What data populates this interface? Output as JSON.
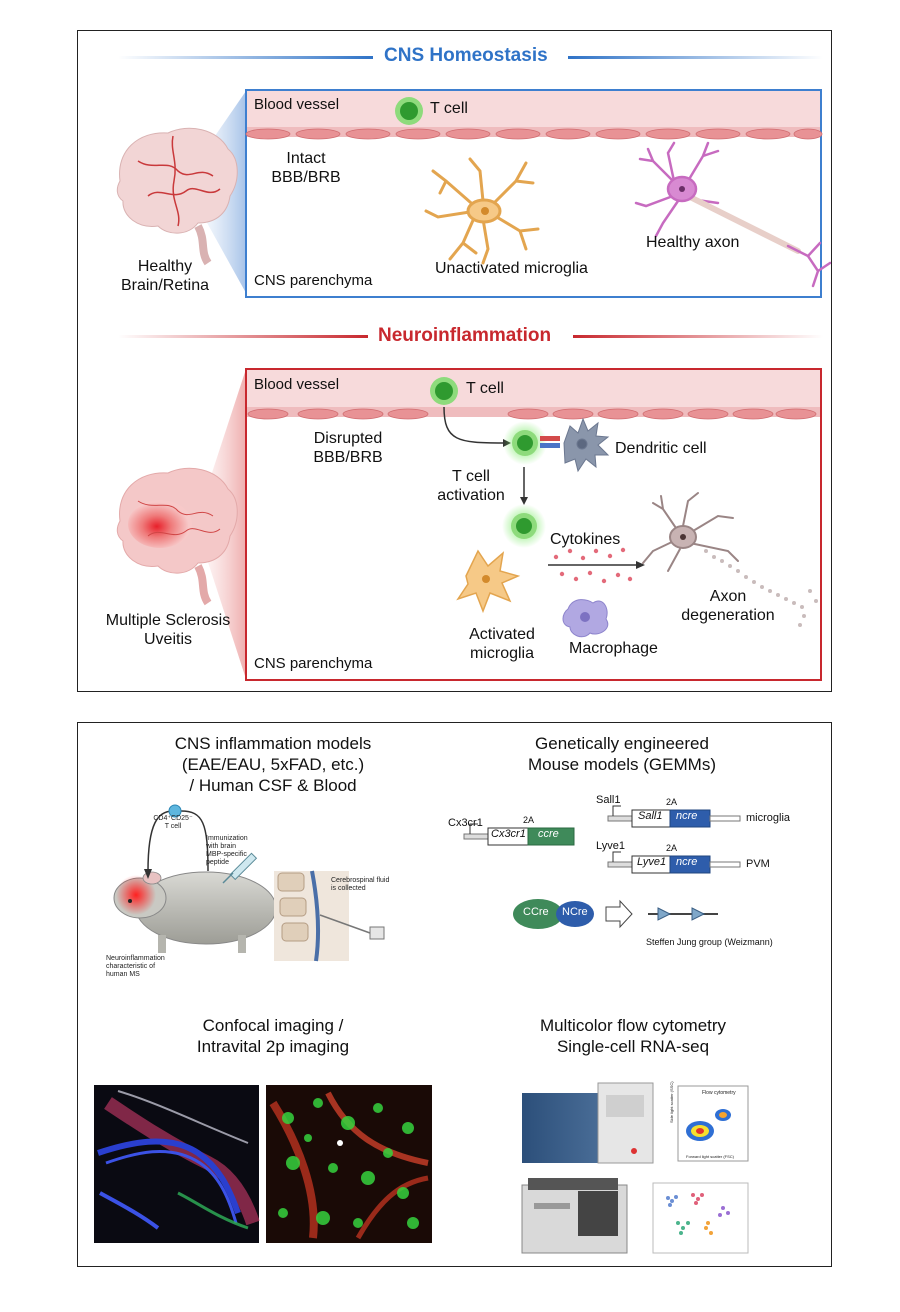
{
  "top": {
    "homeostasis": {
      "title": "CNS Homeostasis",
      "blood_vessel": "Blood vessel",
      "t_cell": "T cell",
      "barrier_line1": "Intact",
      "barrier_line2": "BBB/BRB",
      "microglia": "Unactivated microglia",
      "axon": "Healthy axon",
      "parenchyma": "CNS parenchyma",
      "organ_line1": "Healthy",
      "organ_line2": "Brain/Retina",
      "color": "#2f73c7"
    },
    "inflammation": {
      "title": "Neuroinflammation",
      "blood_vessel": "Blood vessel",
      "t_cell": "T cell",
      "barrier_line1": "Disrupted",
      "barrier_line2": "BBB/BRB",
      "dendritic": "Dendritic cell",
      "activation_line1": "T cell",
      "activation_line2": "activation",
      "cytokines": "Cytokines",
      "axon_line1": "Axon",
      "axon_line2": "degeneration",
      "microglia_line1": "Activated",
      "microglia_line2": "microglia",
      "macrophage": "Macrophage",
      "parenchyma": "CNS parenchyma",
      "disease_line1": "Multiple Sclerosis",
      "disease_line2": "Uveitis",
      "color": "#c8282e"
    }
  },
  "bottom": {
    "models": {
      "line1": "CNS inflammation models",
      "line2": "(EAE/EAU, 5xFAD, etc.)",
      "line3": "/ Human CSF & Blood",
      "tcell_label_1": "CD4⁺CD25⁻",
      "tcell_label_2": "T cell",
      "immun_1": "Immunization",
      "immun_2": "with brain",
      "immun_3": "MBP-specific",
      "immun_4": "peptide",
      "csf_1": "Cerebrospinal fluid",
      "csf_2": "is collected",
      "neuro_1": "Neuroinflammation",
      "neuro_2": "characteristic of",
      "neuro_3": "human MS"
    },
    "gemm": {
      "line1": "Genetically engineered",
      "line2": "Mouse models (GEMMs)",
      "cx3cr1": "Cx3cr1",
      "cx3cr1_box": "Cx3cr1",
      "ccre": "ccre",
      "twoA": "2A",
      "sall1": "Sall1",
      "sall1_box": "Sall1",
      "ncre": "ncre",
      "microglia": "microglia",
      "lyve1": "Lyve1",
      "lyve1_box": "Lyve1",
      "ncre2": "ncre",
      "pvm": "PVM",
      "ccre_oval": "CCre",
      "ncre_oval": "NCre",
      "credit": "Steffen Jung group (Weizmann)"
    },
    "imaging": {
      "line1": "Confocal imaging /",
      "line2": "Intravital 2p imaging"
    },
    "flow": {
      "line1": "Multicolor flow cytometry",
      "line2": "Single-cell RNA-seq",
      "plot_title": "Flow cytometry",
      "x_label": "Forward light scatter (FSC)",
      "y_label": "Side light scatter (SSC)"
    }
  }
}
